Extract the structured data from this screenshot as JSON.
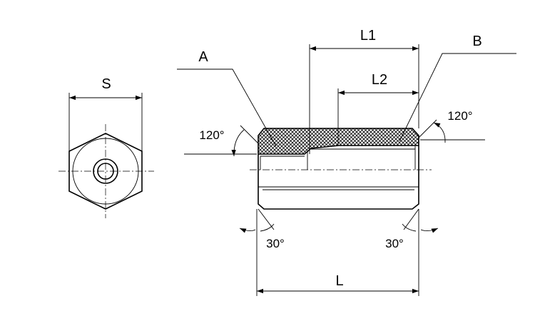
{
  "labels": {
    "S": "S",
    "A": "A",
    "B": "B",
    "L": "L",
    "L1": "L1",
    "L2": "L2",
    "angle_left_120": "120°",
    "angle_right_120": "120°",
    "angle_left_30": "30°",
    "angle_right_30": "30°"
  }
}
